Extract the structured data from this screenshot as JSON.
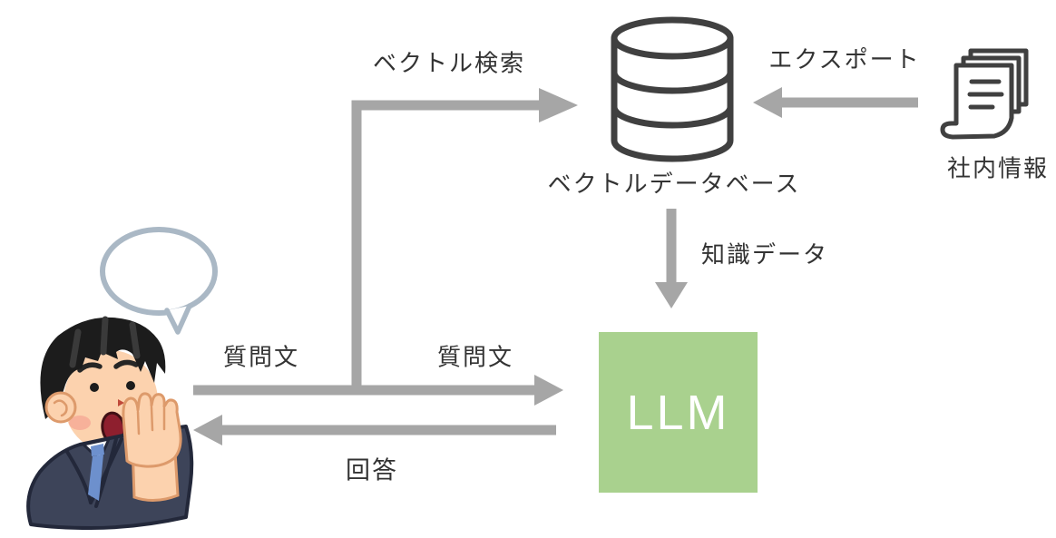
{
  "diagram": {
    "nodes": {
      "llm": "LLM",
      "vector_database": "ベクトルデータベース",
      "internal_info": "社内情報"
    },
    "edges": {
      "vector_search": "ベクトル検索",
      "export": "エクスポート",
      "knowledge_data": "知識データ",
      "question_left": "質問文",
      "question_right": "質問文",
      "answer": "回答"
    },
    "icons": {
      "database": "database-icon",
      "documents": "documents-icon",
      "speech_bubble": "speech-bubble-icon",
      "person": "person-illustration"
    },
    "colors": {
      "arrow": "#a6a6a6",
      "icon_stroke": "#404040",
      "llm_bg": "#a9d18e",
      "llm_text": "#ffffff",
      "label_text": "#333333",
      "bubble": "#aab8c5",
      "skin": "#fcd2ae",
      "skin_line": "#dd9a6b",
      "blush": "#f6ab96",
      "hair": "#1c1c1c",
      "suit": "#3d4459",
      "suit_line": "#23283a",
      "tie": "#6d90cd"
    }
  }
}
